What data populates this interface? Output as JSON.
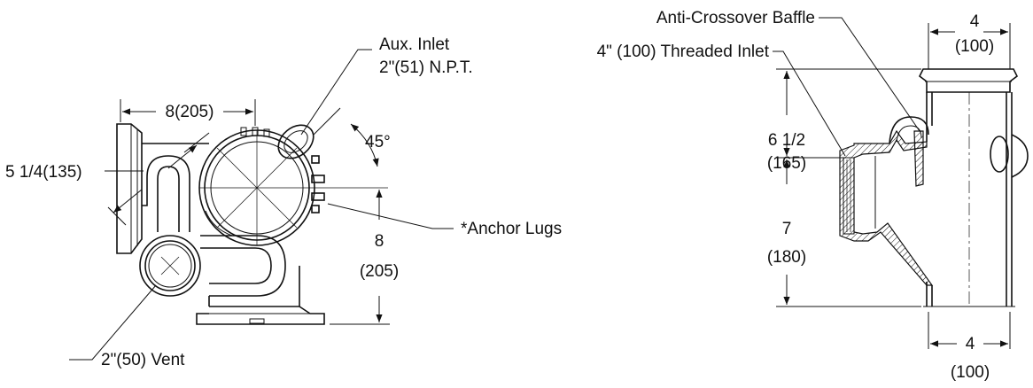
{
  "labels": {
    "aux_inlet_line1": "Aux. Inlet",
    "aux_inlet_line2": "2\"(51) N.P.T.",
    "width_left": "8(205)",
    "diagonal_left": "5 1/4(135)",
    "angle": "45°",
    "anchor_lugs": "*Anchor Lugs",
    "height_lower_a": "8",
    "height_lower_b": "(205)",
    "vent": "2\"(50) Vent",
    "baffle": "Anti-Crossover Baffle",
    "threaded_inlet": "4\" (100) Threaded Inlet",
    "top_width_a": "4",
    "top_width_b": "(100)",
    "upper_height_a": "6 1/2",
    "upper_height_b": "(165)",
    "lower_height_a": "7",
    "lower_height_b": "(180)",
    "bottom_width_a": "4",
    "bottom_width_b": "(100)"
  }
}
